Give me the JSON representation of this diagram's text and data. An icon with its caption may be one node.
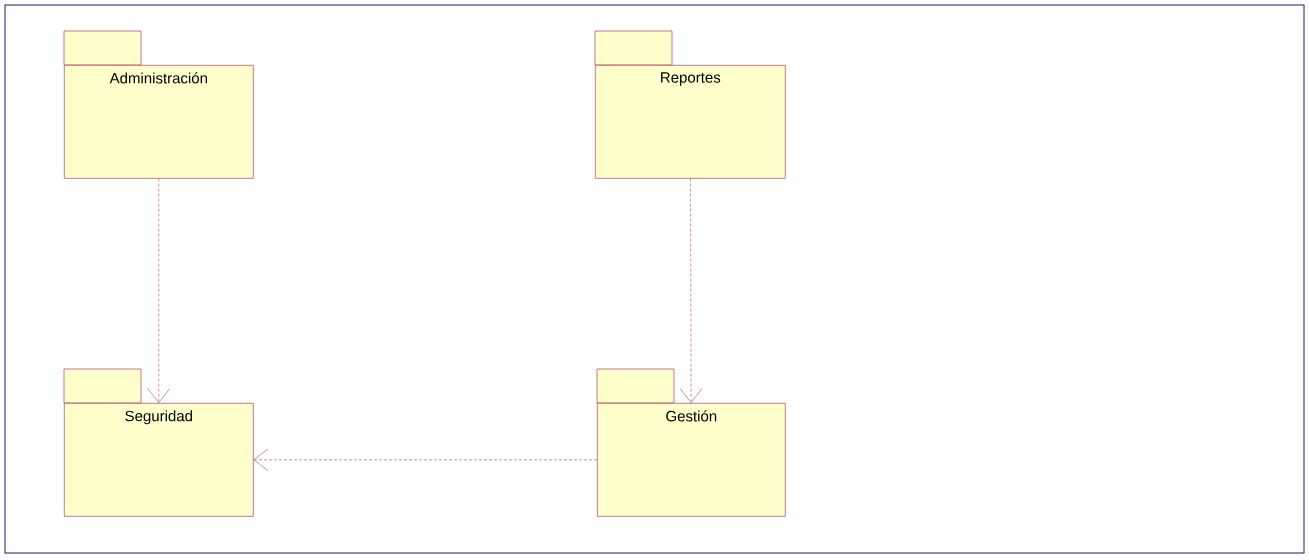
{
  "diagram": {
    "nodes": [
      {
        "text": [
          "Administración"
        ]
      },
      {
        "text": [
          "Reportes"
        ]
      },
      {
        "text": [
          "Seguridad"
        ]
      },
      {
        "text": [
          "Gestión"
        ]
      }
    ],
    "edges": [
      {
        "from": 0,
        "to": 2,
        "arrow": "to",
        "style": "dashed"
      },
      {
        "from": 1,
        "to": 3,
        "arrow": "to",
        "style": "dashed"
      },
      {
        "from": 3,
        "to": 2,
        "arrow": "to",
        "style": "dashed"
      }
    ]
  }
}
